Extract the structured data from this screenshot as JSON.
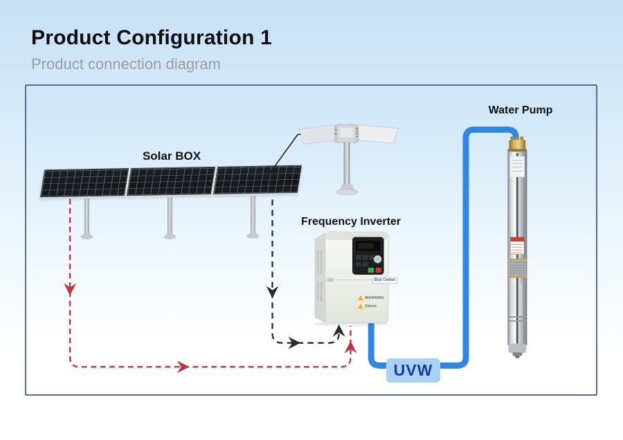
{
  "header": {
    "title": "Product Configuration 1",
    "subtitle": "Product connection diagram"
  },
  "diagram": {
    "solar_box_label": "Solar BOX",
    "frequency_inverter_label": "Frequency Inverter",
    "water_pump_label": "Water Pump",
    "uvw_label": "UVW",
    "inverter": {
      "brand": "Blue Carbon",
      "warning_1": "WARNING",
      "warning_2": "15min"
    },
    "colors": {
      "pipe_blue": "#2f87e3",
      "uvw_bg": "#a9d1f6",
      "uvw_text": "#1d3a94",
      "pv_dc_red": "#c4303f",
      "pv_dc_black": "#2b2b2b",
      "box_border": "#5a6a8f"
    }
  }
}
